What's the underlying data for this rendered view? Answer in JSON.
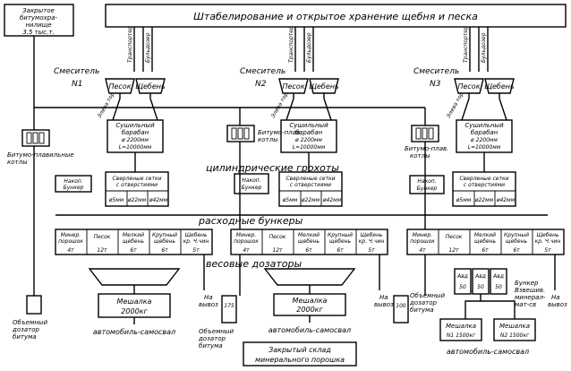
{
  "top_left_box": {
    "line1": "Закрытое",
    "line2": "битумохра-",
    "line3": "нилище",
    "line4": "3.5 тыс.т."
  },
  "top_title": "Штабелирование и открытое хранение щебня и песка",
  "transport": {
    "line1": "Транспортер",
    "line2": "Бульдозер"
  },
  "mixers": {
    "m1": {
      "label": "Смеситель",
      "num": "N1"
    },
    "m2": {
      "label": "Смеситель",
      "num": "N2"
    },
    "m3": {
      "label": "Смеситель",
      "num": "N3"
    }
  },
  "hoppers": {
    "sand": "Песок",
    "gravel": "Щебень"
  },
  "elevator": "Элева тор",
  "dryer1": {
    "line1": "Сушильный",
    "line2": "барабан",
    "line3": "ø 2200мм",
    "line4": "L=10000мм"
  },
  "dryer2": {
    "line1": "Сушильный",
    "line2": "барабан",
    "line3": "ø 2200мм",
    "line4": "L=10000мм"
  },
  "dryer3": {
    "line1": "Сушильный",
    "line2": "барабан",
    "line3": "ø 2200мм",
    "line4": "L=10000мм"
  },
  "boilers1": {
    "line1": "Битумо-плавильные",
    "line2": "котлы"
  },
  "boilers2": {
    "line1": "Битумо-плав.",
    "line2": "котлы"
  },
  "boilers3": {
    "line1": "Битумо-плав.",
    "line2": "котлы"
  },
  "screens_title": "цилиндрические грохоты",
  "bunker": {
    "line1": "Накоп.",
    "line2": "Бункер"
  },
  "sieves": {
    "line1": "Сверленые сетки",
    "line2": "с отверстиями",
    "sizes": [
      "ø5мм",
      "ø22мм",
      "ø42мм"
    ]
  },
  "bins_title": "расходные бункеры",
  "dosers_title": "весовые дозаторы",
  "bins": {
    "mineral": {
      "line1": "Минер.",
      "line2": "порошок",
      "cap": "4т"
    },
    "sand": {
      "line1": "Песок",
      "cap": "12т"
    },
    "fine": {
      "line1": "Мелкий",
      "line2": "щебень",
      "cap": "6т"
    },
    "coarse": {
      "line1": "Крупный",
      "line2": "щебень",
      "cap": "6т"
    },
    "stone": {
      "line1": "Щебень",
      "line2": "кр. Ч.чин",
      "cap": "5т"
    }
  },
  "mixer_box": {
    "line1": "Мешалка",
    "line2": "2000кг"
  },
  "mixer_box2": {
    "line1": "Мешалка",
    "line2": "2000кг"
  },
  "mixer_box3a": {
    "line1": "Мешалка",
    "line2": "N1  1500кг"
  },
  "mixer_box3b": {
    "line1": "Мешалка",
    "line2": "N2  1500кг"
  },
  "volume_doser": {
    "line1": "Объемный",
    "line2": "дозатор",
    "line3": "битума"
  },
  "trucks": "автомобиль-самосвал",
  "waste": {
    "line1": "На",
    "line2": "вывоз"
  },
  "closed_store": {
    "line1": "Закрытый склад",
    "line2": "минерального порошка"
  },
  "doser_units": [
    "Авд",
    "Авд",
    "Авд"
  ],
  "doser_caps": [
    "50",
    "50",
    "50"
  ],
  "bunker_right": {
    "line1": "Бункер",
    "line2": "Взвешив.",
    "line3": "минерал-",
    "line4": "мат-св"
  },
  "numbers": {
    "n175": "175",
    "n100": "100"
  }
}
